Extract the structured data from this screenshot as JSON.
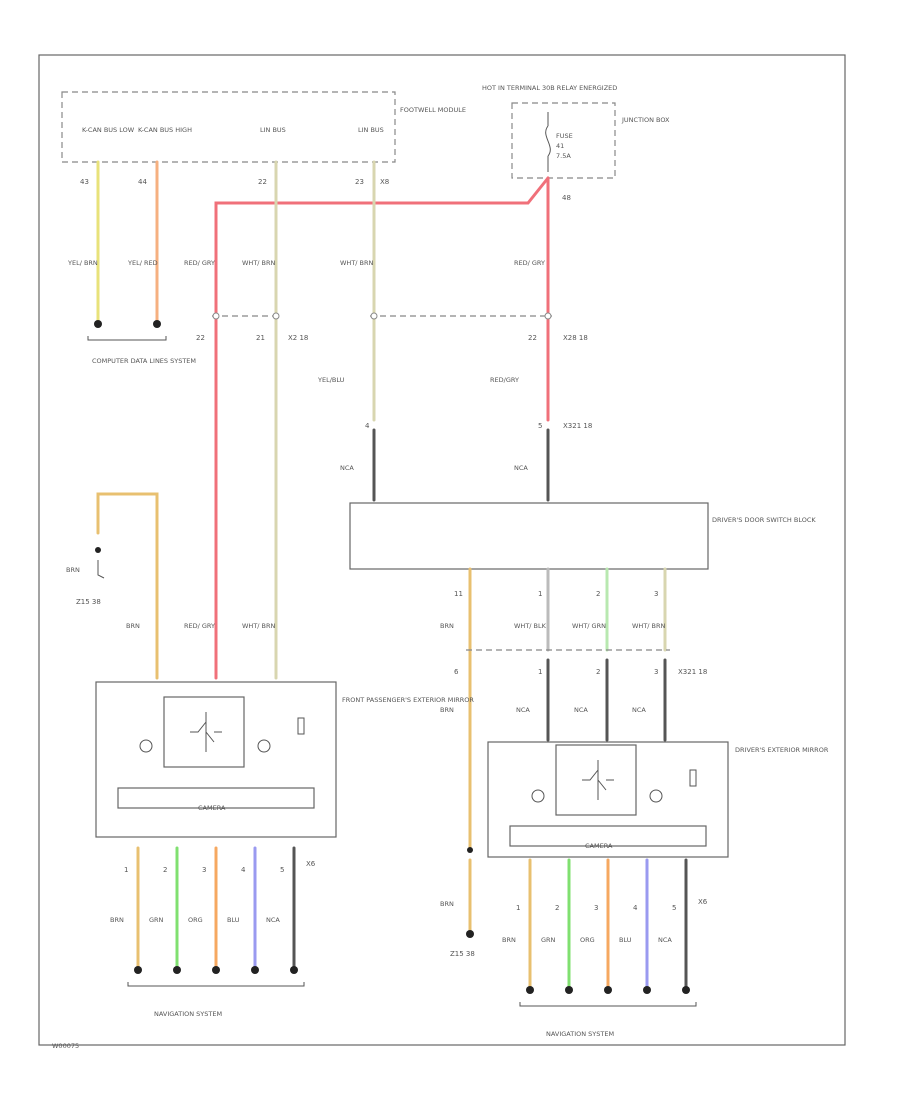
{
  "colors": {
    "yel_brn": "#e8e27a",
    "yel_red": "#f6b080",
    "red_gry": "#f0707a",
    "wht_brn": "#d8d6b0",
    "nca": "#555555",
    "brn": "#e8c070",
    "grn": "#80e070",
    "org": "#f6a860",
    "blu": "#9a9af0",
    "wht_blk": "#bbbbbb",
    "wht_grn": "#b8e8b0",
    "border": "#666666"
  },
  "modules": {
    "footwell": "FOOTWELL MODULE",
    "hot_in": "HOT IN TERMINAL 30B RELAY ENERGIZED",
    "junction_box": "JUNCTION BOX",
    "fuse": "FUSE",
    "fuse_num": "41",
    "fuse_amp": "7.5A",
    "computer": "COMPUTER DATA LINES SYSTEM",
    "door_switch": "DRIVER'S DOOR SWITCH BLOCK",
    "front_mirror": "FRONT PASSENGER'S EXTERIOR MIRROR",
    "driver_mirror": "DRIVER'S EXTERIOR MIRROR",
    "camera": "CAMERA",
    "nav": "NAVIGATION SYSTEM"
  },
  "footwell_pins": [
    "K-CAN BUS LOW",
    "K-CAN BUS HIGH",
    "LIN BUS",
    "LIN BUS"
  ],
  "pins": {
    "fw1": "43",
    "fw2": "44",
    "fw3": "22",
    "fw4": "23",
    "fw4b": "X8",
    "jb": "48",
    "c1": "22",
    "c2": "21",
    "c3": "X2 18",
    "c4": "22",
    "c5": "X28 18",
    "ds1": "4",
    "ds2": "5",
    "ds3": "X321 18",
    "ds4": "11",
    "ds5": "1",
    "ds6": "2",
    "ds7": "3",
    "dm1": "6",
    "dm2": "1",
    "dm3": "2",
    "dm4": "3",
    "dm5": "X321 18",
    "g1": "Z15 38",
    "g2": "Z15 38",
    "cam1": "1",
    "cam2": "2",
    "cam3": "3",
    "cam4": "4",
    "cam5": "5",
    "cam6": "X6"
  },
  "wire_labels": {
    "yel_brn": "YEL/ BRN",
    "yel_red": "YEL/ RED",
    "red_gry": "RED/ GRY",
    "wht_brn": "WHT/ BRN",
    "yel_blu": "YEL/BLU",
    "red_gry2": "RED/GRY",
    "nca": "NCA",
    "brn": "BRN",
    "wht_blk": "WHT/ BLK",
    "wht_grn": "WHT/ GRN",
    "grn": "GRN",
    "org": "ORG",
    "blu": "BLU"
  },
  "diagram_id": "W00075"
}
